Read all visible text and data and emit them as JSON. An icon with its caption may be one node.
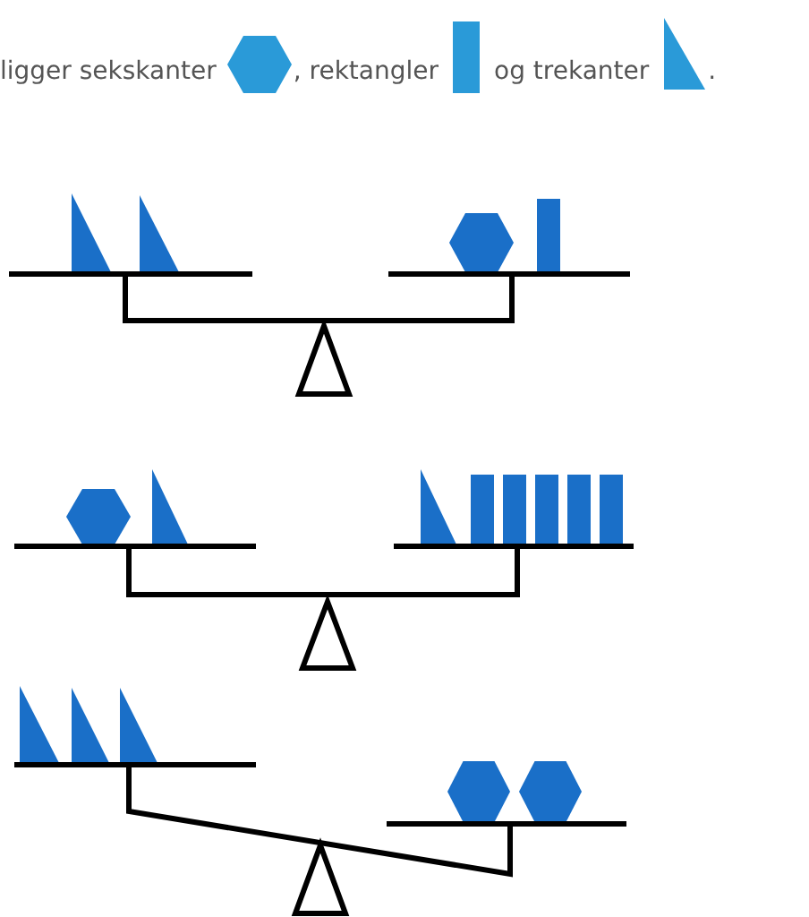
{
  "diagram": {
    "labels": [
      "ligger sekskanter",
      ", rektangler",
      "og trekanter",
      "."
    ]
  }
}
